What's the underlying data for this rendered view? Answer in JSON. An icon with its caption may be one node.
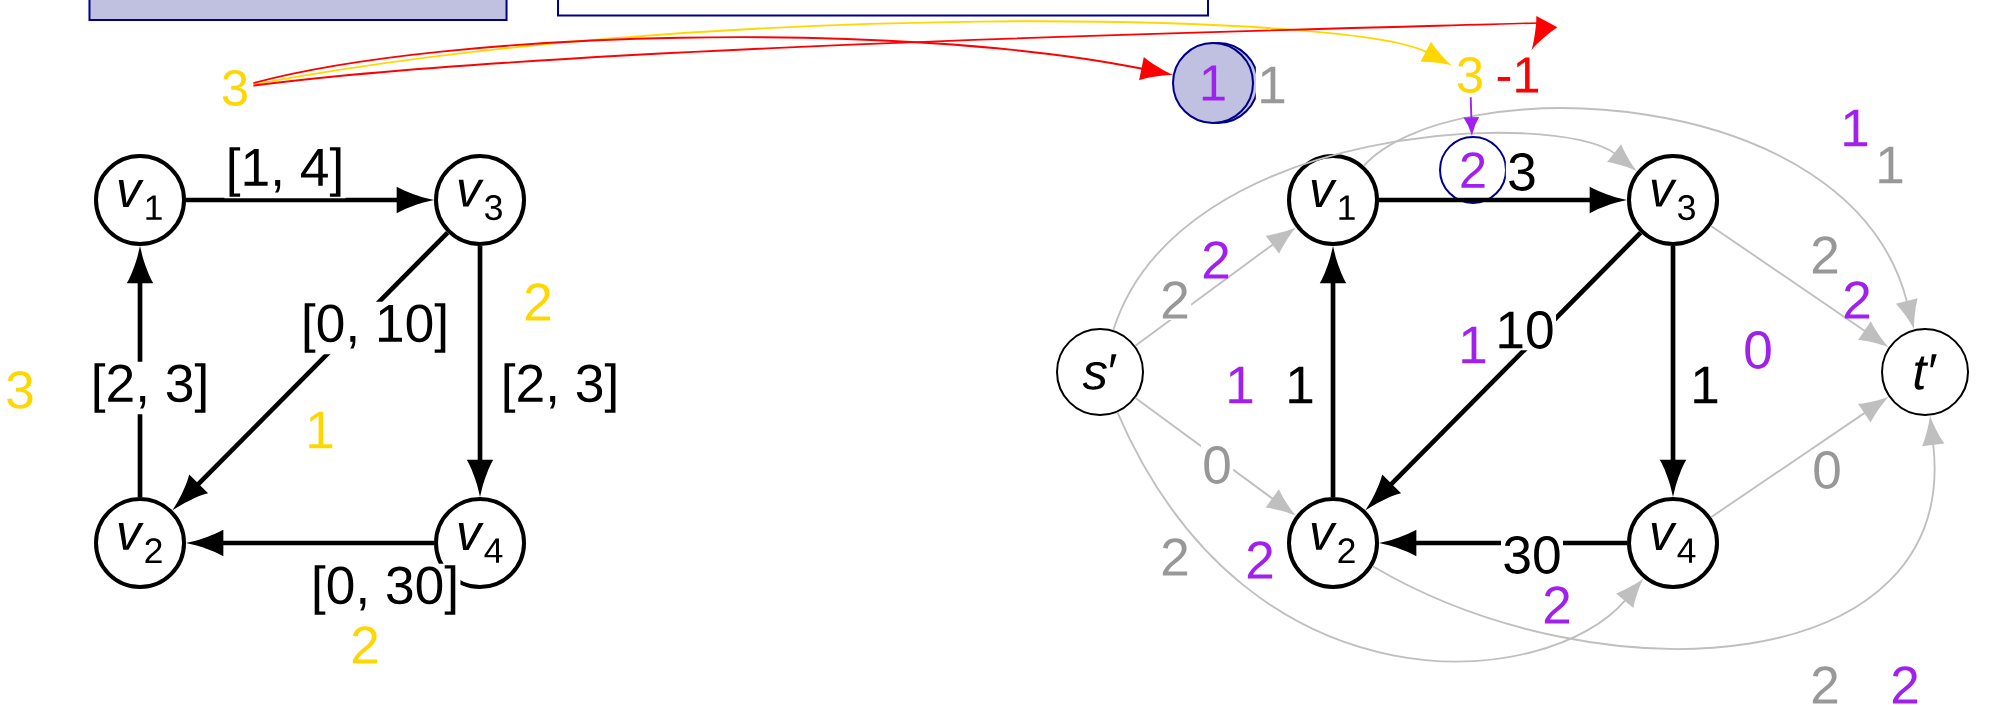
{
  "diagram": {
    "nodes": [
      {
        "text": [],
        "shape": "box"
      },
      {
        "text": [],
        "shape": "box"
      },
      {
        "text": [
          "*v*$_{1}$"
        ]
      },
      {
        "text": [
          "*v*$_{3}$"
        ]
      },
      {
        "text": [
          "*v*$_{2}$"
        ]
      },
      {
        "text": [
          "*v*$_{4}$"
        ]
      },
      {
        "text": [
          "*s*′"
        ]
      },
      {
        "text": [
          "*v*$_{1}$"
        ]
      },
      {
        "text": [
          "*v*$_{3}$"
        ]
      },
      {
        "text": [
          "*v*$_{2}$"
        ]
      },
      {
        "text": [
          "*v*$_{4}$"
        ]
      },
      {
        "text": [
          "*t*′"
        ]
      },
      {
        "text": [
          "1"
        ]
      },
      {
        "text": [
          "2"
        ]
      },
      {
        "text": [
          "3"
        ]
      },
      {
        "text": [
          "3"
        ]
      },
      {
        "text": [
          "-1"
        ]
      }
    ],
    "edges": [
      {
        "from": 2,
        "to": 3,
        "arrow": "to",
        "label": "[1, 4]"
      },
      {
        "from": 4,
        "to": 2,
        "arrow": "to",
        "label": "[2, 3]"
      },
      {
        "from": 3,
        "to": 4,
        "arrow": "to",
        "label": "[0, 10]"
      },
      {
        "from": 3,
        "to": 5,
        "arrow": "to",
        "label": "[2, 3]"
      },
      {
        "from": 5,
        "to": 4,
        "arrow": "to",
        "label": "[0, 30]"
      },
      {
        "from": 7,
        "to": 8,
        "arrow": "to",
        "label": "3"
      },
      {
        "from": 9,
        "to": 7,
        "arrow": "to",
        "label": "1"
      },
      {
        "from": 8,
        "to": 9,
        "arrow": "to",
        "label": "10"
      },
      {
        "from": 8,
        "to": 10,
        "arrow": "to",
        "label": "1"
      },
      {
        "from": 10,
        "to": 9,
        "arrow": "to",
        "label": "30"
      },
      {
        "from": 6,
        "to": 7,
        "arrow": "to",
        "label": "2",
        "color": "#bfbfbf"
      },
      {
        "from": 6,
        "to": 9,
        "arrow": "to",
        "label": "0",
        "color": "#bfbfbf"
      },
      {
        "from": 6,
        "to": 8,
        "arrow": "to",
        "label": "1",
        "color": "#bfbfbf"
      },
      {
        "from": 6,
        "to": 10,
        "arrow": "to",
        "label": "2",
        "color": "#bfbfbf"
      },
      {
        "from": 7,
        "to": 11,
        "arrow": "to",
        "label": "1",
        "color": "#bfbfbf"
      },
      {
        "from": 8,
        "to": 11,
        "arrow": "to",
        "label": "2",
        "color": "#bfbfbf"
      },
      {
        "from": 10,
        "to": 11,
        "arrow": "to",
        "label": "0",
        "color": "#bfbfbf"
      },
      {
        "from": 9,
        "to": 11,
        "arrow": "to",
        "label": "2",
        "color": "#bfbfbf"
      },
      {
        "from": 14,
        "to": 15,
        "arrow": "to",
        "color": "#ffd700"
      },
      {
        "from": 14,
        "to": 12,
        "arrow": "to",
        "color": "#ff0000"
      },
      {
        "from": 14,
        "to": 16,
        "arrow": "to",
        "color": "#ff0000"
      },
      {
        "from": 15,
        "to": 13,
        "arrow": "to",
        "color": "#a020f0"
      }
    ],
    "labels": [
      "2",
      "3",
      "1",
      "2",
      "1",
      "2",
      "2",
      "1",
      "0",
      "1",
      "2",
      "2",
      "2"
    ]
  }
}
